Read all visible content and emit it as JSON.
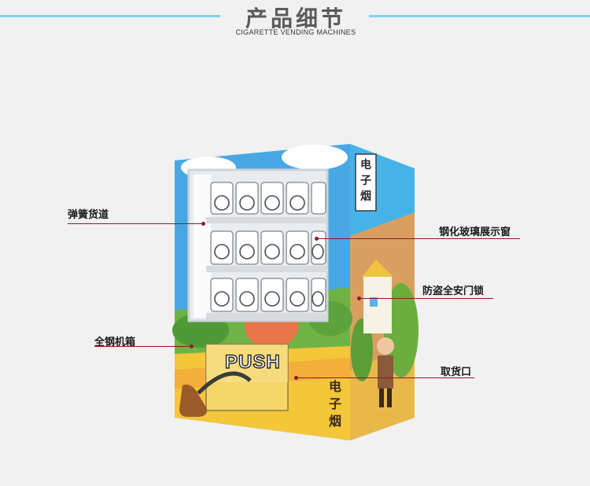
{
  "header": {
    "title_cn": "产品细节",
    "title_en": "CIGARETTE VENDING MACHINES"
  },
  "machine": {
    "push_label": "PUSH",
    "side_brand_top": "电子烟",
    "side_brand_bottom": "电子烟"
  },
  "callouts": {
    "spring_channel": "弹簧货道",
    "steel_cabinet": "全钢机箱",
    "tempered_glass": "钢化玻璃展示窗",
    "antitheft_lock": "防盗全安门锁",
    "pickup_port": "取货口"
  },
  "colors": {
    "accent_line": "#7fd3ea",
    "callout": "#8a1a2a",
    "sky": "#3fa9e4",
    "ground": "#f4c63a"
  }
}
